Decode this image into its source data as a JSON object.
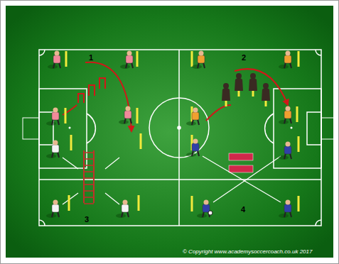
{
  "diagram": {
    "labels": [
      "1",
      "2",
      "3",
      "4",
      "© Copyright www.academysoccercoach.co.uk 2017"
    ]
  }
}
